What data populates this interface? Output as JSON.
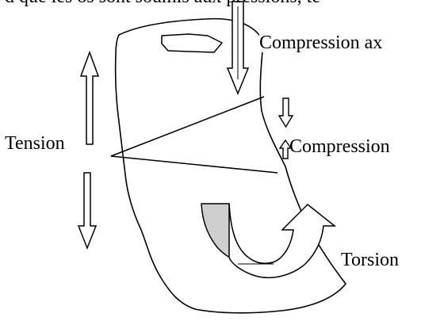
{
  "header_text": "d que les os sont soumis aux pressions, te",
  "labels": {
    "axial_compression": "Compression ax",
    "tension": "Tension",
    "compression": "Compression",
    "torsion": "Torsion"
  },
  "colors": {
    "stroke": "#000000",
    "background": "#ffffff",
    "twist_band_fill": "#cfcfcf",
    "arrow_fill": "#ffffff"
  }
}
